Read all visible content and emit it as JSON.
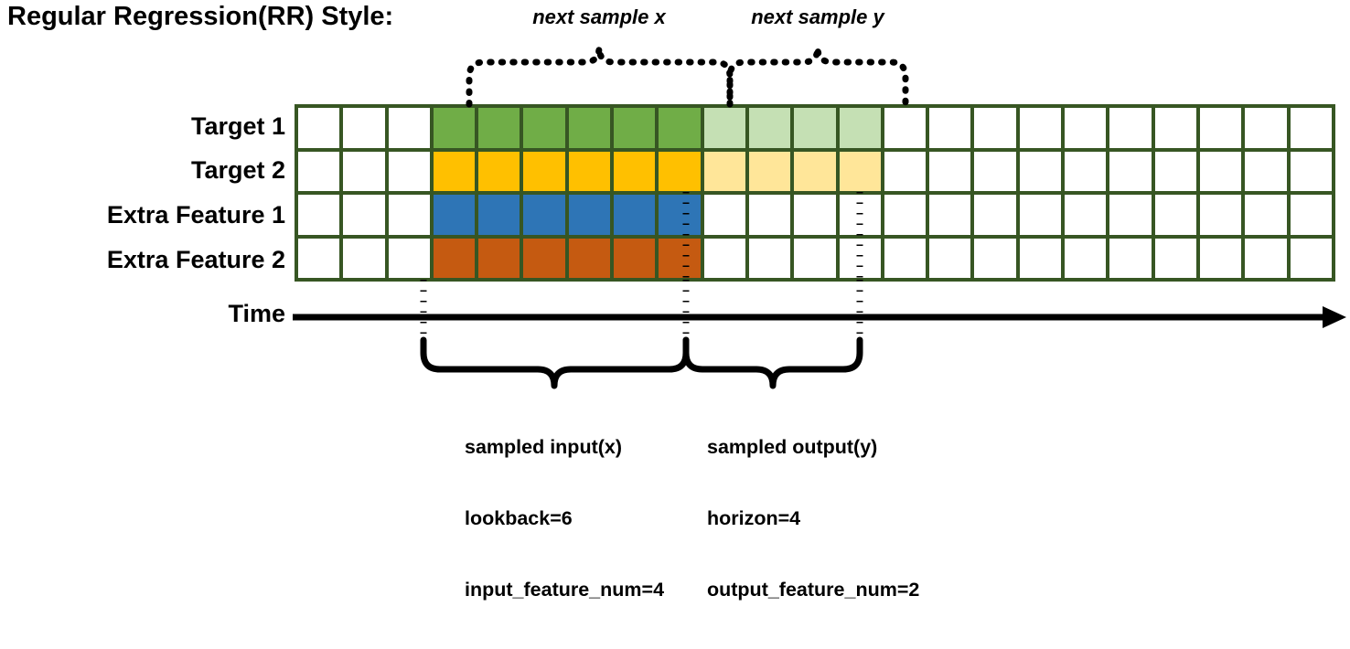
{
  "title": "Regular Regression(RR) Style:",
  "colors": {
    "grid_border": "#375623",
    "target1_input": "#70AD47",
    "target1_output": "#C5E0B4",
    "target2_input": "#FFC000",
    "target2_output": "#FFE699",
    "extra_feature1": "#2E75B6",
    "extra_feature2": "#C55A11",
    "empty": "#FFFFFF",
    "annotation": "#000000"
  },
  "grid": {
    "total_columns": 23,
    "lead_empty_columns": 3,
    "input_start_column": 4,
    "input_columns": 6,
    "output_start_column": 10,
    "output_columns": 4,
    "rows": [
      {
        "label": "Target 1",
        "fills": [
          "empty",
          "empty",
          "empty",
          "green",
          "green",
          "green",
          "green",
          "green",
          "green",
          "green-lt",
          "green-lt",
          "green-lt",
          "green-lt",
          "empty",
          "empty",
          "empty",
          "empty",
          "empty",
          "empty",
          "empty",
          "empty",
          "empty",
          "empty"
        ]
      },
      {
        "label": "Target 2",
        "fills": [
          "empty",
          "empty",
          "empty",
          "amber",
          "amber",
          "amber",
          "amber",
          "amber",
          "amber",
          "amber-lt",
          "amber-lt",
          "amber-lt",
          "amber-lt",
          "empty",
          "empty",
          "empty",
          "empty",
          "empty",
          "empty",
          "empty",
          "empty",
          "empty",
          "empty"
        ]
      },
      {
        "label": "Extra Feature 1",
        "fills": [
          "empty",
          "empty",
          "empty",
          "blue",
          "blue",
          "blue",
          "blue",
          "blue",
          "blue",
          "empty",
          "empty",
          "empty",
          "empty",
          "empty",
          "empty",
          "empty",
          "empty",
          "empty",
          "empty",
          "empty",
          "empty",
          "empty",
          "empty"
        ]
      },
      {
        "label": "Extra Feature 2",
        "fills": [
          "empty",
          "empty",
          "empty",
          "orange",
          "orange",
          "orange",
          "orange",
          "orange",
          "orange",
          "empty",
          "empty",
          "empty",
          "empty",
          "empty",
          "empty",
          "empty",
          "empty",
          "empty",
          "empty",
          "empty",
          "empty",
          "empty",
          "empty"
        ]
      }
    ]
  },
  "axis": {
    "label": "Time",
    "direction": "right-arrow"
  },
  "top_braces": [
    {
      "label": "next sample x",
      "style": "dotted"
    },
    {
      "label": "next sample y",
      "style": "dotted"
    }
  ],
  "bottom_braces": [
    {
      "style": "solid",
      "lines": [
        "sampled input(x)",
        "lookback=6",
        "input_feature_num=4"
      ],
      "line1": "sampled input(x)",
      "line2": "lookback=6",
      "line3": "input_feature_num=4"
    },
    {
      "style": "solid",
      "lines": [
        "sampled output(y)",
        "horizon=4",
        "output_feature_num=2"
      ],
      "line1": "sampled output(y)",
      "line2": "horizon=4",
      "line3": "output_feature_num=2"
    }
  ]
}
